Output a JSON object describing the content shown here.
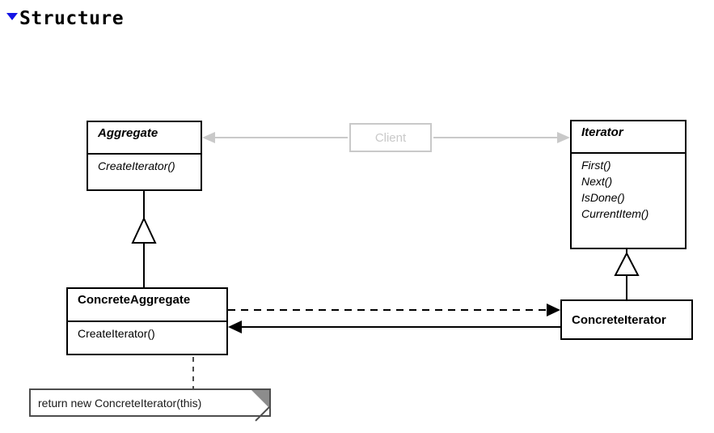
{
  "header": {
    "disclosure_state": "expanded",
    "disclosure_icon": "triangle-down-icon",
    "title": "Structure",
    "accent_color": "#1414e6"
  },
  "diagram": {
    "kind": "uml-class-diagram",
    "pattern": "Iterator",
    "classes": [
      {
        "id": "aggregate",
        "name": "Aggregate",
        "abstract": true,
        "members": [
          "CreateIterator()"
        ],
        "members_abstract": true,
        "faded": false
      },
      {
        "id": "client",
        "name": "Client",
        "abstract": false,
        "members": [],
        "members_abstract": false,
        "faded": true
      },
      {
        "id": "iterator",
        "name": "Iterator",
        "abstract": true,
        "members": [
          "First()",
          "Next()",
          "IsDone()",
          "CurrentItem()"
        ],
        "members_abstract": true,
        "faded": false
      },
      {
        "id": "concrete-aggregate",
        "name": "ConcreteAggregate",
        "abstract": false,
        "members": [
          "CreateIterator()"
        ],
        "members_abstract": false,
        "faded": false
      },
      {
        "id": "concrete-iterator",
        "name": "ConcreteIterator",
        "abstract": false,
        "members": [],
        "members_abstract": false,
        "faded": false
      }
    ],
    "note": {
      "id": "create-iterator-note",
      "text": "return new ConcreteIterator(this)"
    },
    "relations": [
      {
        "id": "client-to-aggregate",
        "type": "association",
        "from": "client",
        "to": "aggregate",
        "style": "solid",
        "color": "#c9c9c9"
      },
      {
        "id": "client-to-iterator",
        "type": "association",
        "from": "client",
        "to": "iterator",
        "style": "solid",
        "color": "#c9c9c9"
      },
      {
        "id": "ca-inherits-aggregate",
        "type": "generalization",
        "from": "concrete-aggregate",
        "to": "aggregate",
        "style": "solid",
        "color": "#000000"
      },
      {
        "id": "ci-inherits-iterator",
        "type": "generalization",
        "from": "concrete-iterator",
        "to": "iterator",
        "style": "solid",
        "color": "#000000"
      },
      {
        "id": "ca-creates-ci",
        "type": "dependency",
        "from": "concrete-aggregate",
        "to": "concrete-iterator",
        "style": "dashed",
        "color": "#000000"
      },
      {
        "id": "ci-knows-ca",
        "type": "association",
        "from": "concrete-iterator",
        "to": "concrete-aggregate",
        "style": "solid",
        "color": "#000000"
      },
      {
        "id": "note-anchor",
        "type": "note-link",
        "from": "create-iterator-note",
        "to": "concrete-aggregate",
        "style": "dashed",
        "color": "#4d4d4d"
      }
    ],
    "colors": {
      "stroke": "#000000",
      "faded_stroke": "#c9c9c9",
      "note_stroke": "#4d4d4d",
      "note_fold_fill": "#8c8c8c",
      "canvas": "#ffffff"
    }
  }
}
